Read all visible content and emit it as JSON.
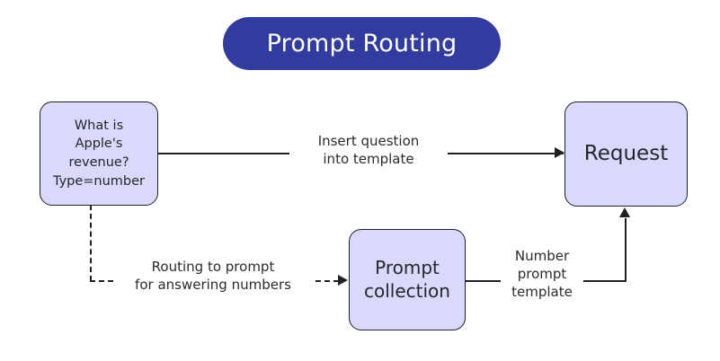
{
  "diagram": {
    "title": "Prompt Routing",
    "title_color": "#323B9E",
    "node_fill": "#D9D9FB",
    "node_stroke": "#1f1f24",
    "nodes": [
      {
        "id": "question",
        "label": "What is\nApple's\nrevenue?\nType=number"
      },
      {
        "id": "request",
        "label": "Request"
      },
      {
        "id": "collection",
        "label": "Prompt\ncollection"
      }
    ],
    "edges": [
      {
        "id": "question-to-request",
        "label": "Insert question\ninto template",
        "style": "solid",
        "arrow": "right"
      },
      {
        "id": "question-to-collection",
        "label": "Routing to prompt\nfor answering numbers",
        "style": "dashed",
        "arrow": "right"
      },
      {
        "id": "collection-to-request",
        "label": "Number\nprompt\ntemplate",
        "style": "solid",
        "arrow": "up"
      }
    ]
  }
}
